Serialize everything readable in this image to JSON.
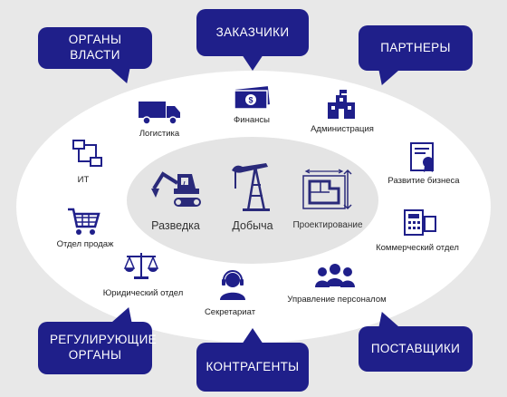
{
  "bubbles": {
    "organy_vlasti": "ОРГАНЫ ВЛАСТИ",
    "zakazchiki": "ЗАКАЗЧИКИ",
    "partnery": "ПАРТНЕРЫ",
    "reguliruyushchie": "РЕГУЛИРУЮЩИЕ ОРГАНЫ",
    "kontragenty": "КОНТРАГЕНТЫ",
    "postavshchiki": "ПОСТАВЩИКИ"
  },
  "departments": {
    "logistika": "Логистика",
    "finansy": "Финансы",
    "administratsiya": "Администрация",
    "it": "ИТ",
    "razvitie_biznesa": "Развитие бизнеса",
    "otdel_prodazh": "Отдел продаж",
    "kommercheskiy_otdel": "Коммерческий отдел",
    "yuridicheskiy_otdel": "Юридический отдел",
    "sekretariat": "Секретариат",
    "upravlenie_personalom": "Управление персоналом"
  },
  "core": {
    "razvedka": "Разведка",
    "dobycha": "Добыча",
    "proektirovanie": "Проектирование"
  },
  "colors": {
    "bubble": "#1f1f8a",
    "icon": "#1f1f8a",
    "background": "#e8e8e8",
    "core_icon": "#2a2a7a"
  },
  "icons": {
    "logistika": "truck-icon",
    "finansy": "money-icon",
    "administratsiya": "building-icon",
    "it": "network-icon",
    "razvitie_biznesa": "certificate-icon",
    "otdel_prodazh": "cart-icon",
    "kommercheskiy_otdel": "calculator-icon",
    "yuridicheskiy_otdel": "scales-icon",
    "sekretariat": "headset-icon",
    "upravlenie_personalom": "people-icon",
    "razvedka": "excavator-icon",
    "dobycha": "oil-pump-icon",
    "proektirovanie": "blueprint-icon"
  }
}
